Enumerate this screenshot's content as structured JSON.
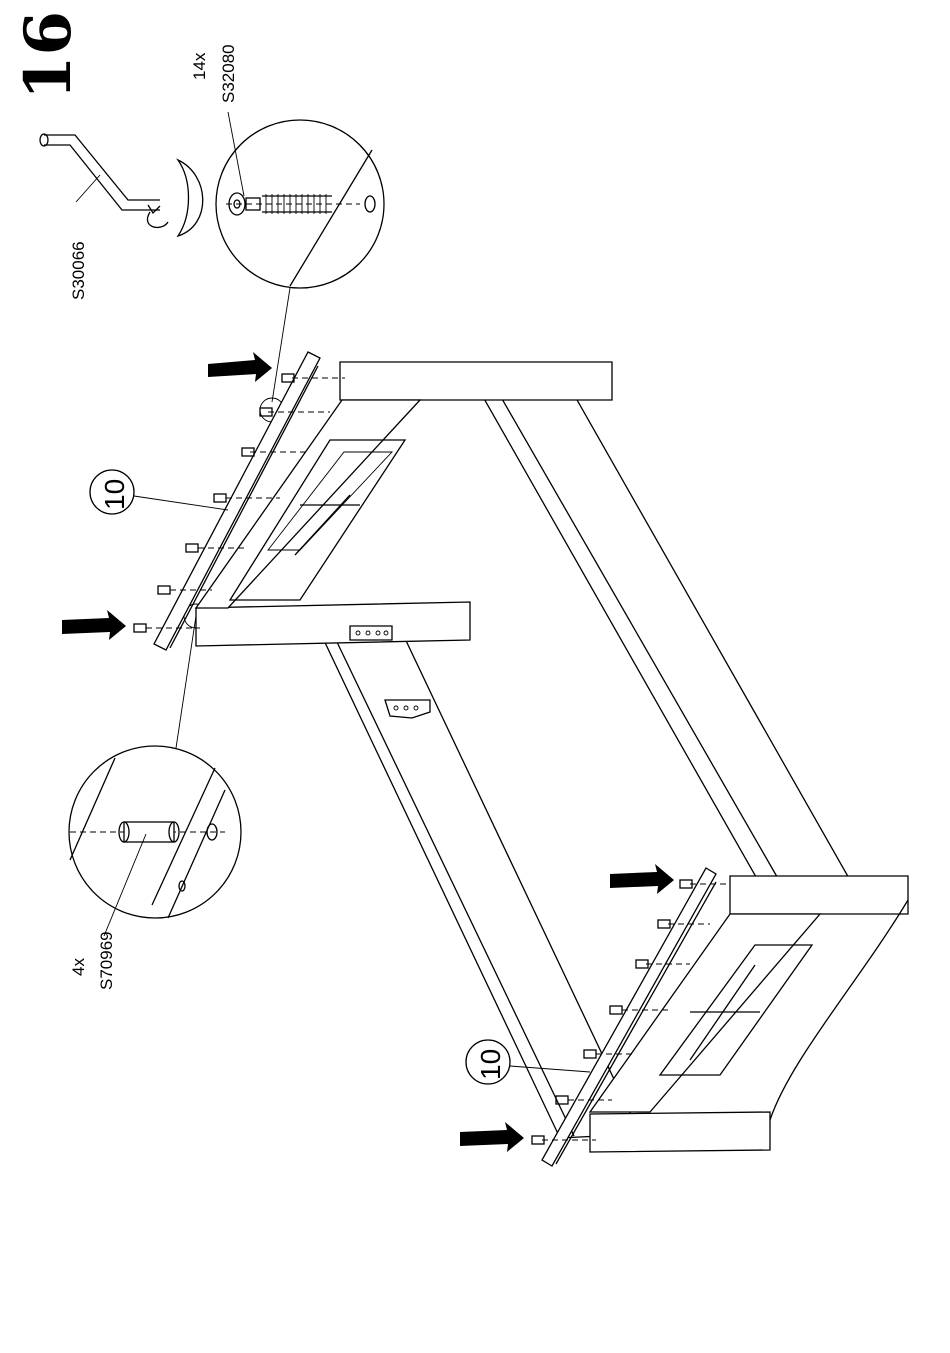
{
  "step": {
    "number": "16"
  },
  "tool": {
    "label": "S30066"
  },
  "screw": {
    "qty": "14x",
    "code": "S32080"
  },
  "dowel": {
    "qty": "4x",
    "code": "S70969"
  },
  "part_callouts": [
    {
      "label": "10"
    },
    {
      "label": "10"
    }
  ],
  "colors": {
    "ink": "#000000",
    "paper": "#ffffff"
  }
}
